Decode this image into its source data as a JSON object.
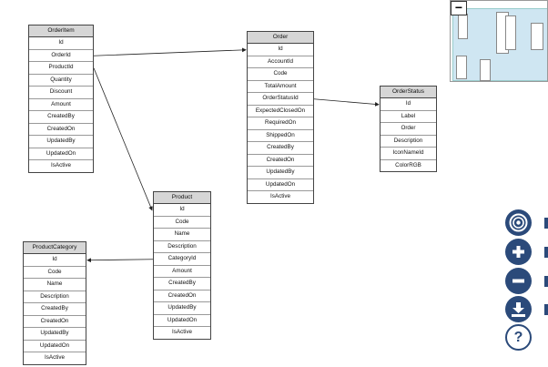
{
  "entities": {
    "orderitem": {
      "title": "OrderItem",
      "fields": [
        "Id",
        "OrderId",
        "ProductId",
        "Quantity",
        "Discount",
        "Amount",
        "CreatedBy",
        "CreatedOn",
        "UpdatedBy",
        "UpdatedOn",
        "IsActive"
      ]
    },
    "order": {
      "title": "Order",
      "fields": [
        "Id",
        "AccountId",
        "Code",
        "TotalAmount",
        "OrderStatusId",
        "ExpectedClosedOn",
        "RequiredOn",
        "ShippedOn",
        "CreatedBy",
        "CreatedOn",
        "UpdatedBy",
        "UpdatedOn",
        "IsActive"
      ]
    },
    "orderstatus": {
      "title": "OrderStatus",
      "fields": [
        "Id",
        "Label",
        "Order",
        "Description",
        "IconNameId",
        "ColorRGB"
      ]
    },
    "product": {
      "title": "Product",
      "fields": [
        "Id",
        "Code",
        "Name",
        "Description",
        "CategoryId",
        "Amount",
        "CreatedBy",
        "CreatedOn",
        "UpdatedBy",
        "UpdatedOn",
        "IsActive"
      ]
    },
    "productcategory": {
      "title": "ProductCategory",
      "fields": [
        "Id",
        "Code",
        "Name",
        "Description",
        "CreatedBy",
        "CreatedOn",
        "UpdatedBy",
        "UpdatedOn",
        "IsActive"
      ]
    }
  },
  "relations": [
    {
      "from": "orderitem",
      "from_field": "OrderId",
      "to": "order",
      "to_field": "Id"
    },
    {
      "from": "orderitem",
      "from_field": "ProductId",
      "to": "product",
      "to_field": "Id"
    },
    {
      "from": "order",
      "from_field": "OrderStatusId",
      "to": "orderstatus",
      "to_field": "Id"
    },
    {
      "from": "product",
      "from_field": "CategoryId",
      "to": "productcategory",
      "to_field": "Id"
    }
  ],
  "controls": {
    "minimap_collapse": "−",
    "help": "?",
    "icons": [
      "target-icon",
      "zoom-in-icon",
      "zoom-out-icon",
      "download-icon",
      "help-icon"
    ]
  },
  "colors": {
    "accent": "#2b4a7a",
    "header": "#d6d6d6",
    "minimap_viewport": "#cfe6f2"
  }
}
